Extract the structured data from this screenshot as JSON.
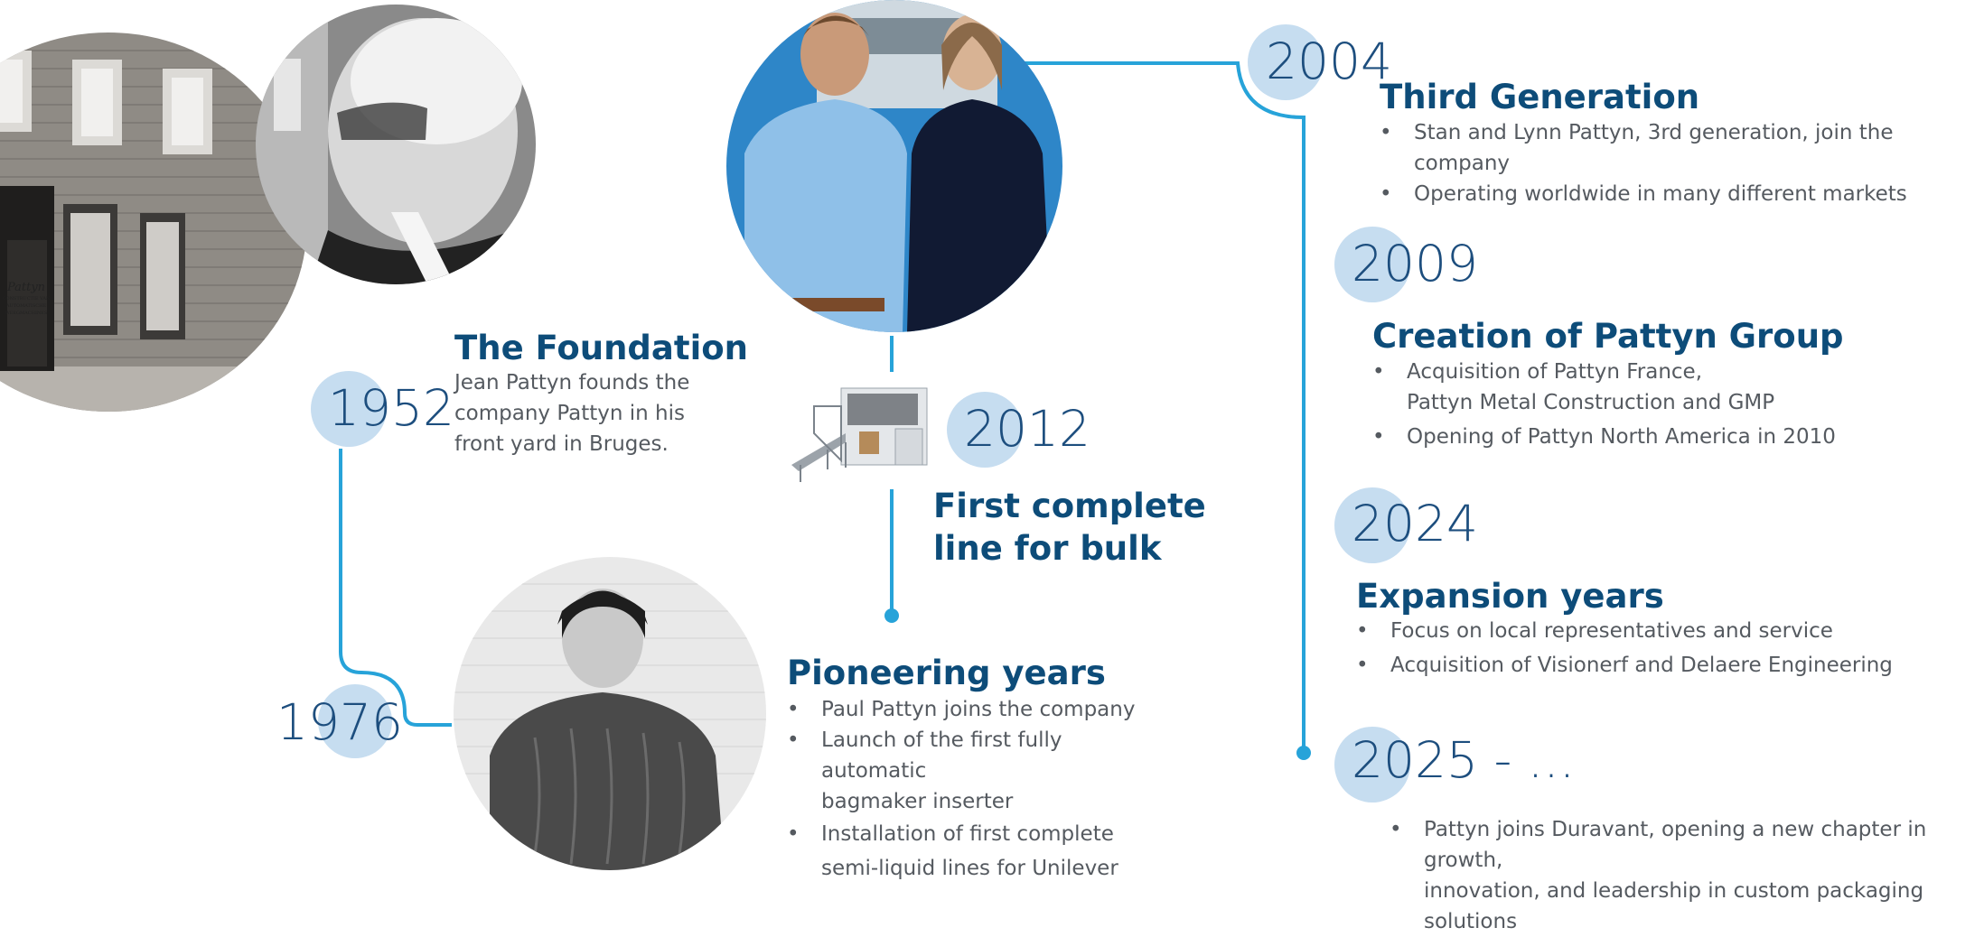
{
  "accent_color": "#27a3d9",
  "year_dot_color": "#c6ddf0",
  "heading_color": "#0d4c79",
  "milestones": {
    "y1952": {
      "year": "1952",
      "title": "The Foundation",
      "description": [
        "Jean Pattyn founds the",
        "company Pattyn in his",
        "front yard in Bruges."
      ]
    },
    "y1976": {
      "year": "1976",
      "title": "Pioneering years",
      "bullets": [
        [
          "Paul Pattyn joins the company"
        ],
        [
          "Launch of the first fully automatic",
          "bagmaker inserter"
        ],
        [
          "Installation of first complete",
          "semi-liquid lines for Unilever"
        ]
      ]
    },
    "y2012": {
      "year": "2012",
      "title": [
        "First complete",
        "line for bulk"
      ]
    },
    "y2004": {
      "year": "2004",
      "title": "Third Generation",
      "bullets": [
        [
          "Stan and Lynn Pattyn, 3rd generation, join the company"
        ],
        [
          "Operating worldwide in many different markets"
        ]
      ]
    },
    "y2009": {
      "year": "2009",
      "title": "Creation of Pattyn Group",
      "bullets": [
        [
          "Acquisition of Pattyn France,",
          "Pattyn Metal Construction and GMP"
        ],
        [
          "Opening of Pattyn North America in 2010"
        ]
      ]
    },
    "y2024": {
      "year": "2024",
      "title": "Expansion years",
      "bullets": [
        [
          "Focus on local representatives and service"
        ],
        [
          "Acquisition of Visionerf and Delaere Engineering"
        ]
      ]
    },
    "y2025": {
      "year": "2025 - ...",
      "bullets": [
        [
          "Pattyn joins Duravant, opening a new chapter in growth,",
          "innovation, and leadership in custom packaging",
          "solutions"
        ]
      ]
    }
  },
  "photos": {
    "building_sign": [
      "Pattyn",
      "CONSTRUCTIE VAN",
      "AUTOMATISCHE",
      "WEEGMACHINES"
    ]
  }
}
